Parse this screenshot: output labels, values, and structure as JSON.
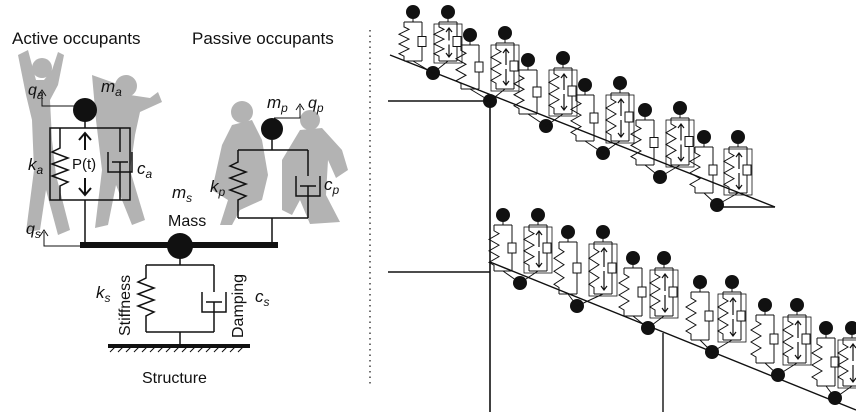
{
  "left_panel": {
    "title_active": "Active occupants",
    "title_passive": "Passive occupants",
    "mass_active": {
      "sym": "m",
      "sub": "a"
    },
    "mass_passive": {
      "sym": "m",
      "sub": "p"
    },
    "mass_structure": {
      "sym": "m",
      "sub": "s"
    },
    "mass_label": "Mass",
    "disp_active": {
      "sym": "q",
      "sub": "a"
    },
    "disp_passive": {
      "sym": "q",
      "sub": "p"
    },
    "disp_structure": {
      "sym": "q",
      "sub": "s"
    },
    "stiff_active": {
      "sym": "k",
      "sub": "a"
    },
    "stiff_passive": {
      "sym": "k",
      "sub": "p"
    },
    "stiff_structure": {
      "sym": "k",
      "sub": "s"
    },
    "damp_active": {
      "sym": "c",
      "sub": "a"
    },
    "damp_passive": {
      "sym": "c",
      "sub": "p"
    },
    "damp_structure": {
      "sym": "c",
      "sub": "s"
    },
    "force_label": "P(t)",
    "stiffness_label": "Stiffness",
    "damping_label": "Damping",
    "structure_label": "Structure"
  },
  "colors": {
    "ink": "#111111",
    "silhouette": "#b3b3b3",
    "background": "#ffffff"
  }
}
